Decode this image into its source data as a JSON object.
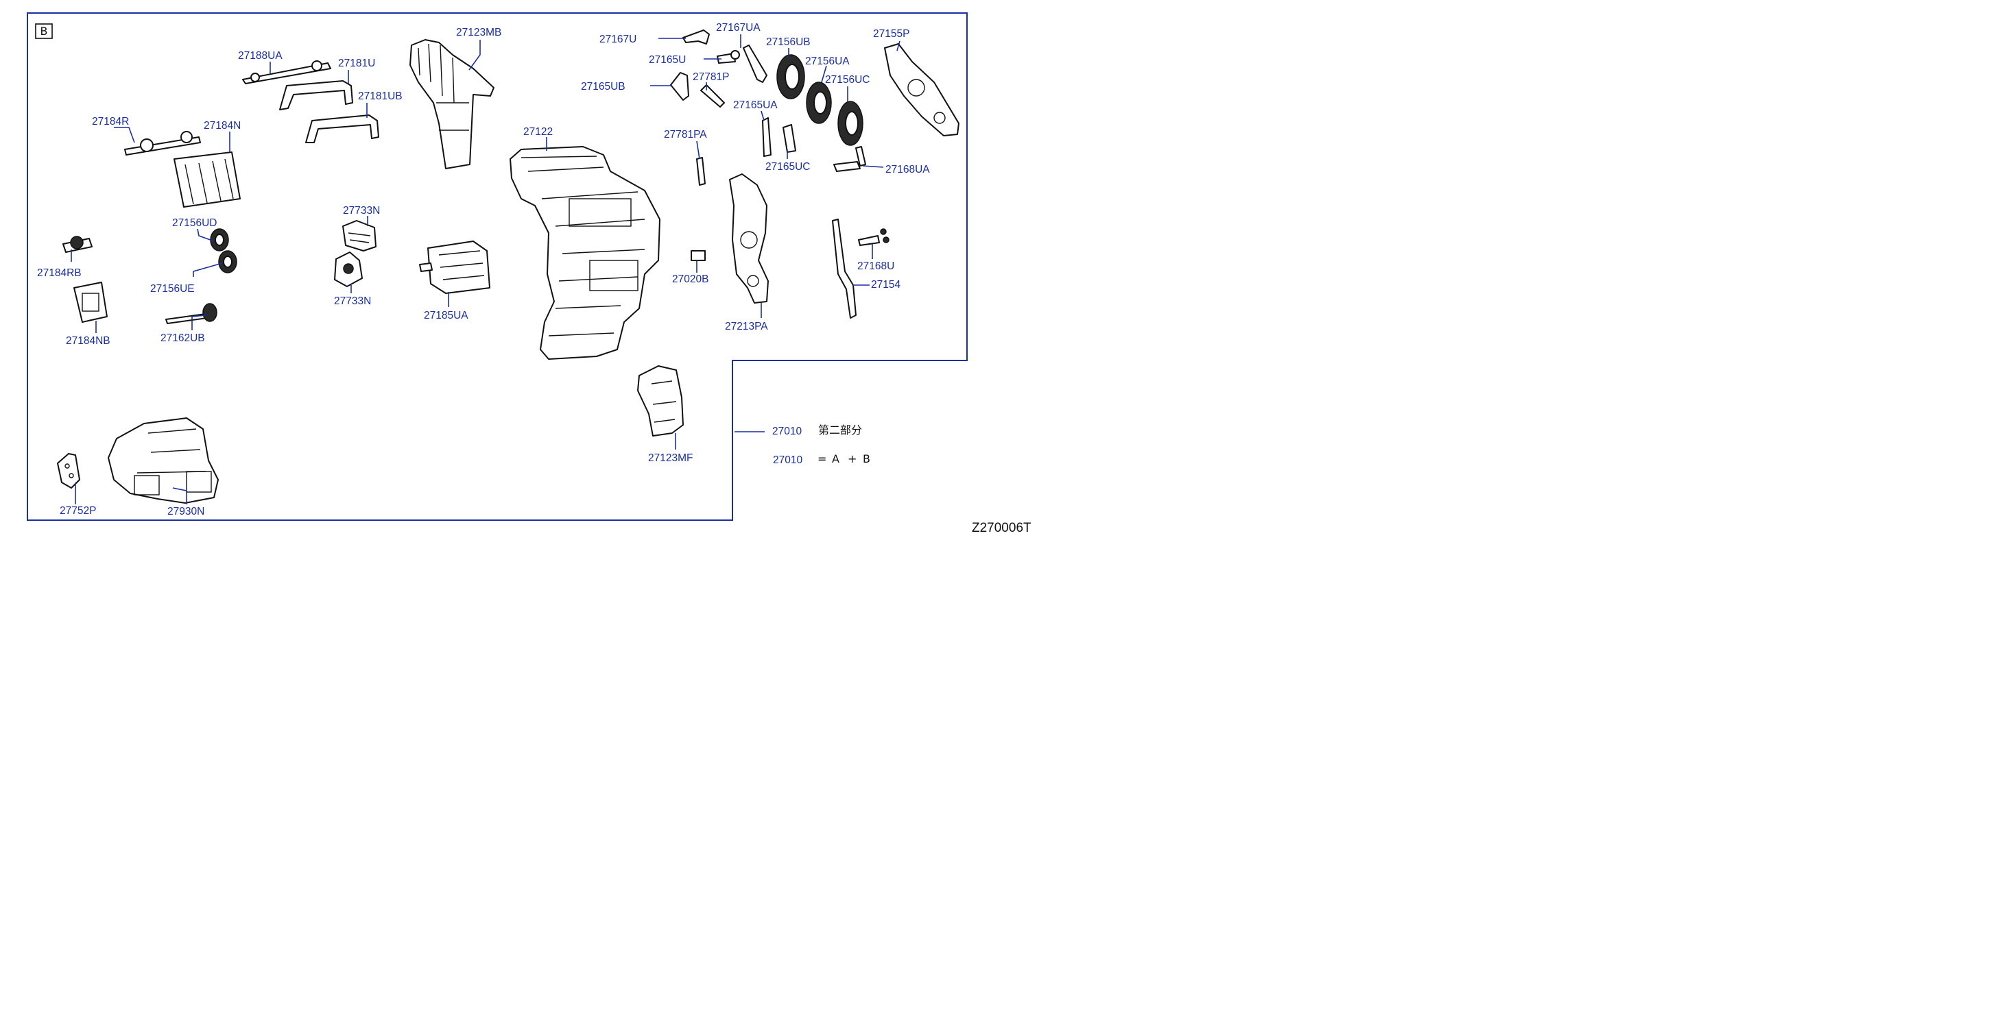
{
  "section_box": "B",
  "drawing_code": "Z270006T",
  "parts": {
    "p27123MB": "27123MB",
    "p27188UA": "27188UA",
    "p27181U": "27181U",
    "p27181UB": "27181UB",
    "p27184R": "27184R",
    "p27184N": "27184N",
    "p27167U": "27167U",
    "p27167UA": "27167UA",
    "p27165U": "27165U",
    "p27156UB": "27156UB",
    "p27156UA": "27156UA",
    "p27156UC": "27156UC",
    "p27155P": "27155P",
    "p27165UB": "27165UB",
    "p27781P": "27781P",
    "p27165UA": "27165UA",
    "p27122": "27122",
    "p27781PA": "27781PA",
    "p27165UC": "27165UC",
    "p27168UA": "27168UA",
    "p27156UD": "27156UD",
    "p27184RB": "27184RB",
    "p27156UE": "27156UE",
    "p27733N_top": "27733N",
    "p27733N_bottom": "27733N",
    "p27185UA": "27185UA",
    "p27020B": "27020B",
    "p27168U": "27168U",
    "p27154": "27154",
    "p27213PA": "27213PA",
    "p27184NB": "27184NB",
    "p27162UB": "27162UB",
    "p27123MF": "27123MF",
    "p27752P": "27752P",
    "p27930N": "27930N"
  },
  "notes": {
    "row1_part": "27010",
    "row1_text": "第二部分",
    "row2_part": "27010",
    "row2_eq": "=",
    "row2_a": "A",
    "row2_plus": "+",
    "row2_b": "B"
  },
  "colors": {
    "label": "#1a2fa0",
    "frame": "#1a2fa0",
    "line_art": "#111111"
  }
}
